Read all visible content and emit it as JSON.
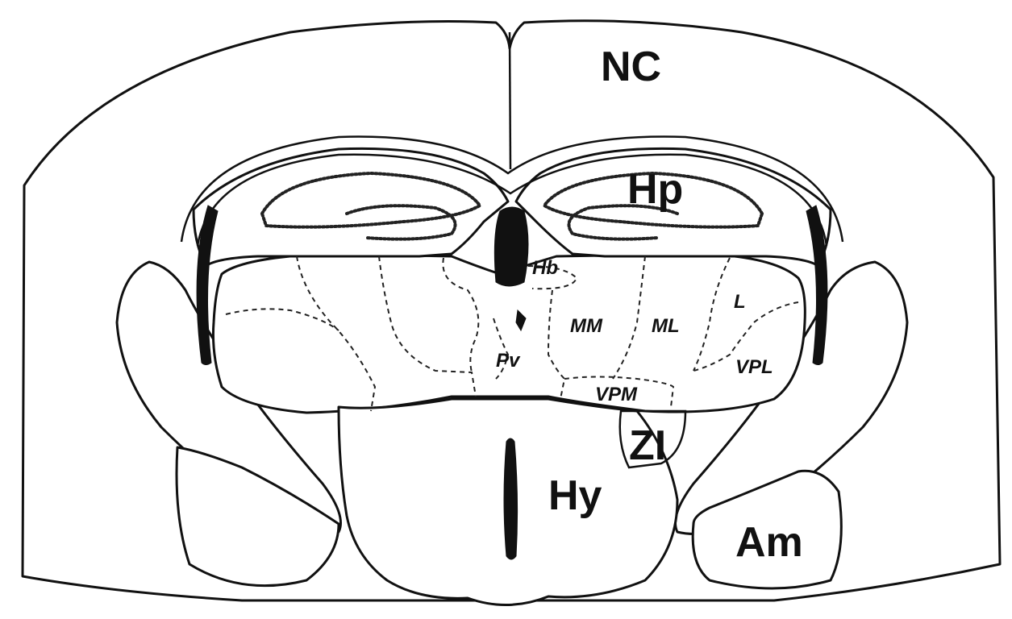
{
  "labels": {
    "nc": "NC",
    "hp": "Hp",
    "hb": "Hb",
    "mm": "MM",
    "ml": "ML",
    "l": "L",
    "pv": "Pv",
    "vpl": "VPL",
    "vpm": "VPM",
    "zi": "ZI",
    "hy": "Hy",
    "am": "Am"
  }
}
